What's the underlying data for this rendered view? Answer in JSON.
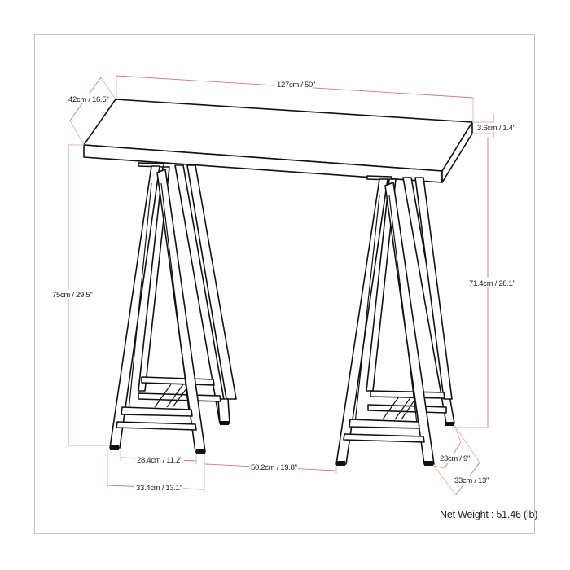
{
  "diagram": {
    "subject": "sawhorse console table",
    "dimensions": {
      "depth": "42cm / 16.5\"",
      "width": "127cm / 50\"",
      "top_thickness": "3.6cm / 1.4\"",
      "total_height": "75cm / 29.5\"",
      "leg_height": "71.4cm / 28.1\"",
      "leg_inner_width": "28.4cm / 11.2\"",
      "leg_outer_width": "33.4cm / 13.1\"",
      "gap_between_legs": "50.2cm / 19.8\"",
      "leg_inner_depth": "23cm / 9\"",
      "leg_outer_depth": "33cm / 13\""
    },
    "net_weight": "Net Weight : 51.46 (lb)",
    "colors": {
      "dimension_line": "#d07a7a",
      "outline": "#111111",
      "frame": "#c4c4c4"
    }
  }
}
